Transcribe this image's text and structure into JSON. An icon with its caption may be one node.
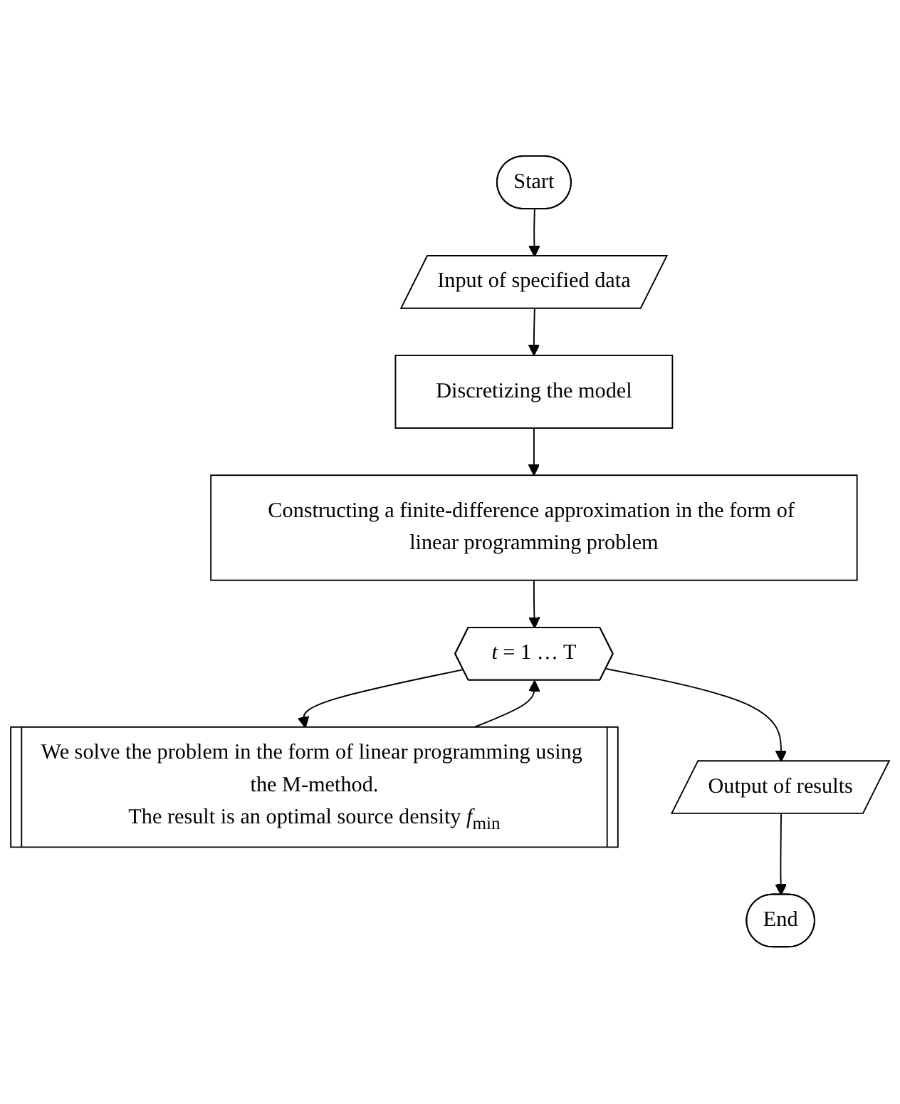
{
  "diagram": {
    "nodes": [
      {
        "text": [
          "Start"
        ]
      },
      {
        "text": [
          "Input of specified data"
        ]
      },
      {
        "text": [
          "Discretizing the model"
        ]
      },
      {
        "text": [
          "Constructing a finite-difference approximation in the form of linear programming problem"
        ]
      },
      {
        "text": [
          "*t* = 1 … T"
        ]
      },
      {
        "text": [
          "We solve the problem in the form of linear programming using the M-method.",
          "The result is an optimal source density *f*$_{min}$"
        ]
      },
      {
        "text": [
          "Output of results"
        ]
      },
      {
        "text": [
          "End"
        ]
      }
    ],
    "edges": [
      {
        "from": 0,
        "to": 1,
        "arrow": "to"
      },
      {
        "from": 1,
        "to": 2,
        "arrow": "to"
      },
      {
        "from": 2,
        "to": 3,
        "arrow": "to"
      },
      {
        "from": 3,
        "to": 4,
        "arrow": "to"
      },
      {
        "from": 4,
        "to": 5,
        "arrow": "to"
      },
      {
        "from": 5,
        "to": 4,
        "arrow": "to"
      },
      {
        "from": 4,
        "to": 6,
        "arrow": "to"
      },
      {
        "from": 6,
        "to": 7,
        "arrow": "to"
      }
    ]
  }
}
